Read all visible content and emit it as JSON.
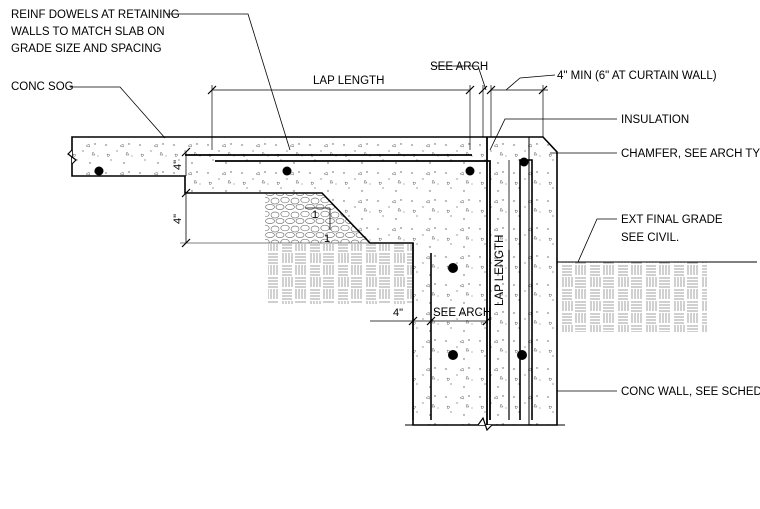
{
  "notes": {
    "dowels_line1": "REINF DOWELS AT RETAINING",
    "dowels_line2": "WALLS TO MATCH SLAB ON",
    "dowels_line3": "GRADE SIZE AND SPACING",
    "conc_sog": "CONC SOG",
    "lap_length_top": "LAP LENGTH",
    "see_arch_top": "SEE ARCH",
    "min_cover": "4\" MIN (6\" AT CURTAIN WALL)",
    "insulation": "INSULATION",
    "chamfer": "CHAMFER, SEE ARCH TYP",
    "grade_line1": "EXT FINAL GRADE",
    "grade_line2": "SEE CIVIL.",
    "conc_wall": "CONC WALL, SEE SCHED",
    "lap_length_vertical": "LAP LENGTH",
    "see_arch_bottom": "SEE ARCH",
    "dim_4in_a": "4\"",
    "dim_4in_b": "4\"",
    "dim_4in_c": "4\"",
    "slope_1a": "1",
    "slope_1b": "1"
  },
  "colors": {
    "line": "#000000",
    "background": "#ffffff"
  }
}
